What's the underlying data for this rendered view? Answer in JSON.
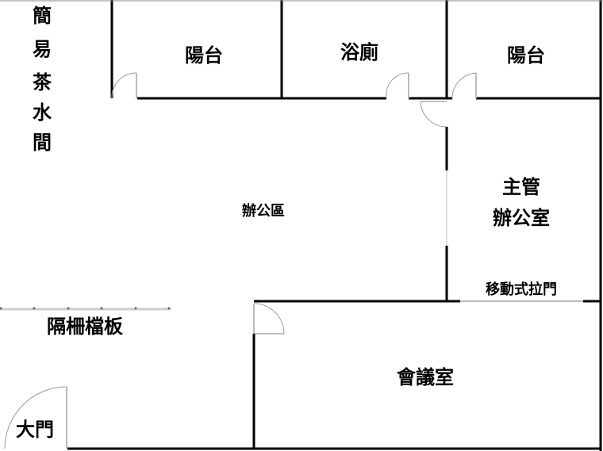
{
  "rooms": {
    "tea_room": [
      "簡",
      "易",
      "茶",
      "水",
      "間"
    ],
    "balcony_left": "陽台",
    "bathroom": "浴廁",
    "balcony_right": "陽台",
    "office_area": "辦公區",
    "manager_office_line1": "主管",
    "manager_office_line2": "辦公室",
    "sliding_door": "移動式拉門",
    "partition": "隔柵檔板",
    "meeting_room": "會議室",
    "main_door": "大門"
  }
}
